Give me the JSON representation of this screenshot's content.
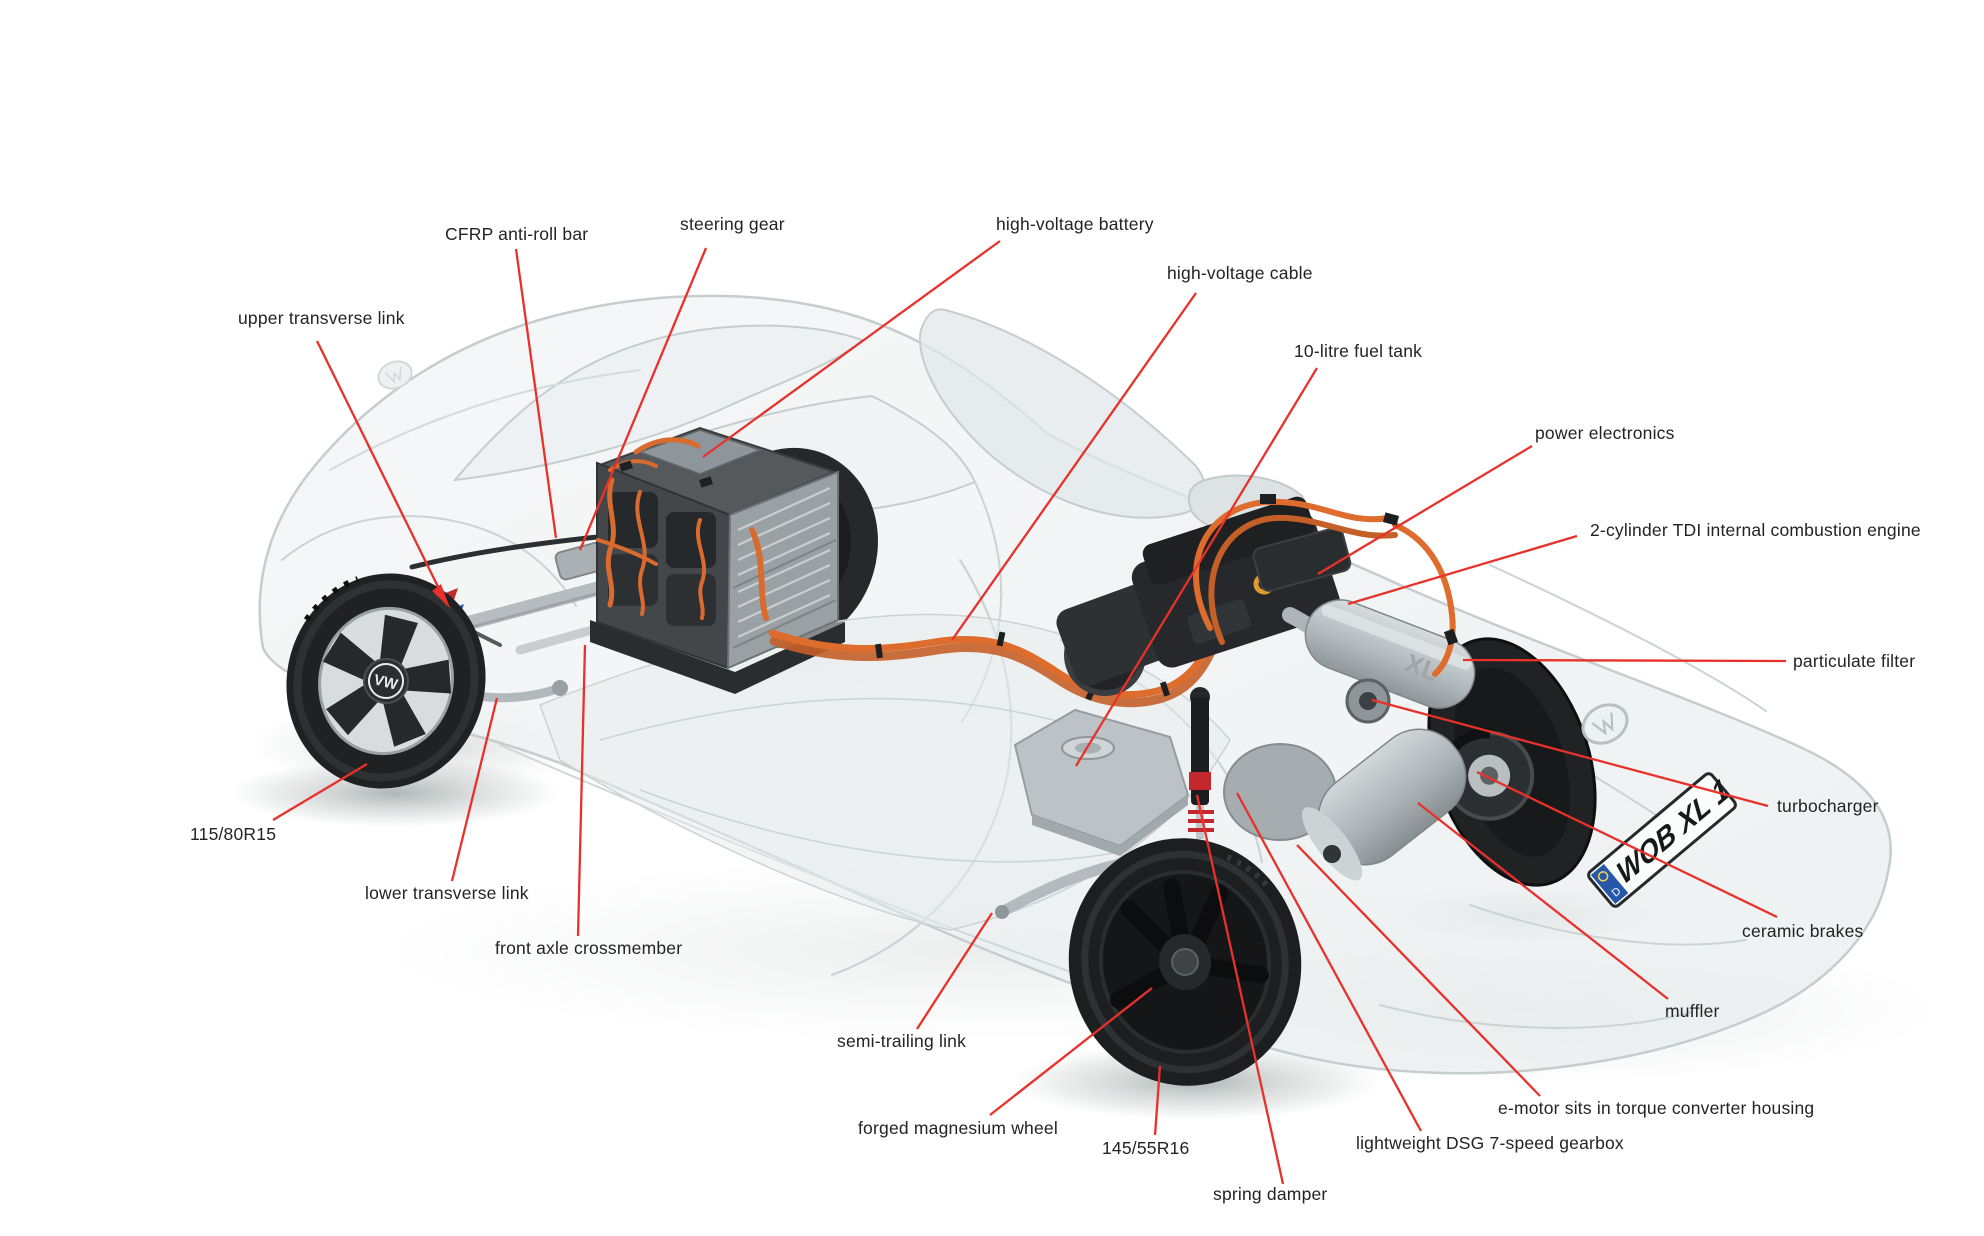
{
  "diagram": {
    "subject": "VW XL1 plug-in hybrid drivetrain cutaway",
    "colors": {
      "leader_line": "#e8312b",
      "hv_cable_orange": "#dd6c2d",
      "label_text": "#232323",
      "spring_red": "#c3282e",
      "plate_blue": "#2558a8",
      "body_gray": "#eef1f2"
    },
    "labels": [
      {
        "id": "upper-transverse-link",
        "text": "upper transverse link"
      },
      {
        "id": "cfrp-anti-roll-bar",
        "text": "CFRP anti-roll bar"
      },
      {
        "id": "steering-gear",
        "text": "steering gear"
      },
      {
        "id": "high-voltage-battery",
        "text": "high-voltage battery"
      },
      {
        "id": "high-voltage-cable",
        "text": "high-voltage cable"
      },
      {
        "id": "fuel-tank",
        "text": "10-litre fuel tank"
      },
      {
        "id": "power-electronics",
        "text": "power electronics"
      },
      {
        "id": "tdi-engine",
        "text": "2-cylinder TDI internal combustion engine"
      },
      {
        "id": "particulate-filter",
        "text": "particulate filter"
      },
      {
        "id": "turbocharger",
        "text": "turbocharger"
      },
      {
        "id": "ceramic-brakes",
        "text": "ceramic brakes"
      },
      {
        "id": "muffler",
        "text": "muffler"
      },
      {
        "id": "e-motor",
        "text": "e-motor sits in torque converter housing"
      },
      {
        "id": "dsg-gearbox",
        "text": "lightweight DSG 7-speed gearbox"
      },
      {
        "id": "spring-damper",
        "text": "spring damper"
      },
      {
        "id": "rear-tyre-size",
        "text": "145/55R16"
      },
      {
        "id": "forged-magnesium-wheel",
        "text": "forged magnesium wheel"
      },
      {
        "id": "semi-trailing-link",
        "text": "semi-trailing link"
      },
      {
        "id": "front-axle-crossmember",
        "text": "front axle crossmember"
      },
      {
        "id": "lower-transverse-link",
        "text": "lower transverse link"
      },
      {
        "id": "front-tyre-size",
        "text": "115/80R15"
      }
    ],
    "license_plate": {
      "text": "WOB XL 1",
      "country": "D"
    },
    "wheel_logo": "VW",
    "engine_marking": "XL"
  }
}
